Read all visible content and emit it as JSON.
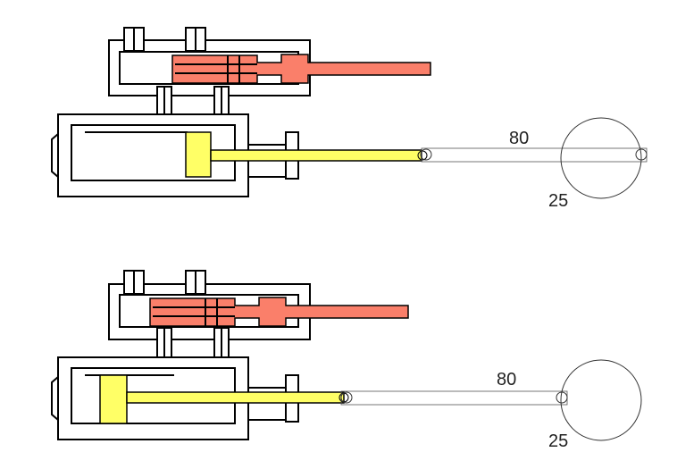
{
  "colors": {
    "spool": "#fa7f6a",
    "piston": "#ffff66",
    "outline": "#000000",
    "linkage": "#555555",
    "background": "#ffffff"
  },
  "top_mechanism": {
    "length_label": "80",
    "radius_label": "25"
  },
  "bottom_mechanism": {
    "length_label": "80",
    "radius_label": "25"
  }
}
